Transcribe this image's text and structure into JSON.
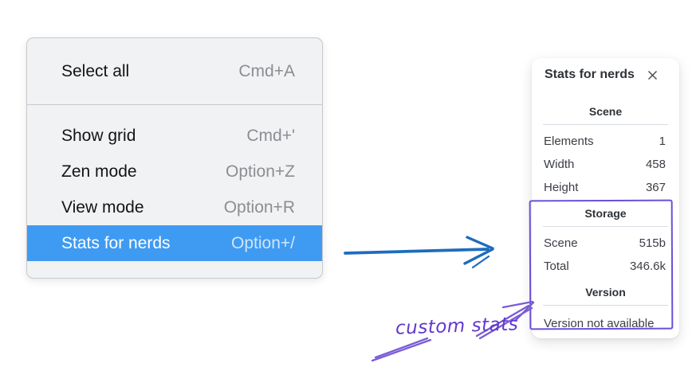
{
  "menu": {
    "sections": [
      {
        "items": [
          {
            "label": "Select all",
            "shortcut": "Cmd+A"
          }
        ]
      },
      {
        "items": [
          {
            "label": "Show grid",
            "shortcut": "Cmd+'"
          },
          {
            "label": "Zen mode",
            "shortcut": "Option+Z"
          },
          {
            "label": "View mode",
            "shortcut": "Option+R"
          },
          {
            "label": "Stats for nerds",
            "shortcut": "Option+/"
          }
        ]
      }
    ],
    "highlighted_item": "Stats for nerds"
  },
  "stats_panel": {
    "title": "Stats for nerds",
    "sections": [
      {
        "header": "Scene",
        "rows": [
          [
            "Elements",
            "1"
          ],
          [
            "Width",
            "458"
          ],
          [
            "Height",
            "367"
          ]
        ]
      },
      {
        "header": "Storage",
        "rows": [
          [
            "Scene",
            "515b"
          ],
          [
            "Total",
            "346.6k"
          ]
        ]
      },
      {
        "header": "Version",
        "rows": [],
        "note": "Version not available"
      }
    ]
  },
  "annotations": {
    "label": "custom stats"
  },
  "colors": {
    "menu_highlight": "#3f9bf2",
    "arrow_blue": "#1d6cbe",
    "annotation_purple": "#7a5cd6",
    "handwriting_purple": "#6238cf",
    "rect_purple": "#6c4fd9"
  }
}
